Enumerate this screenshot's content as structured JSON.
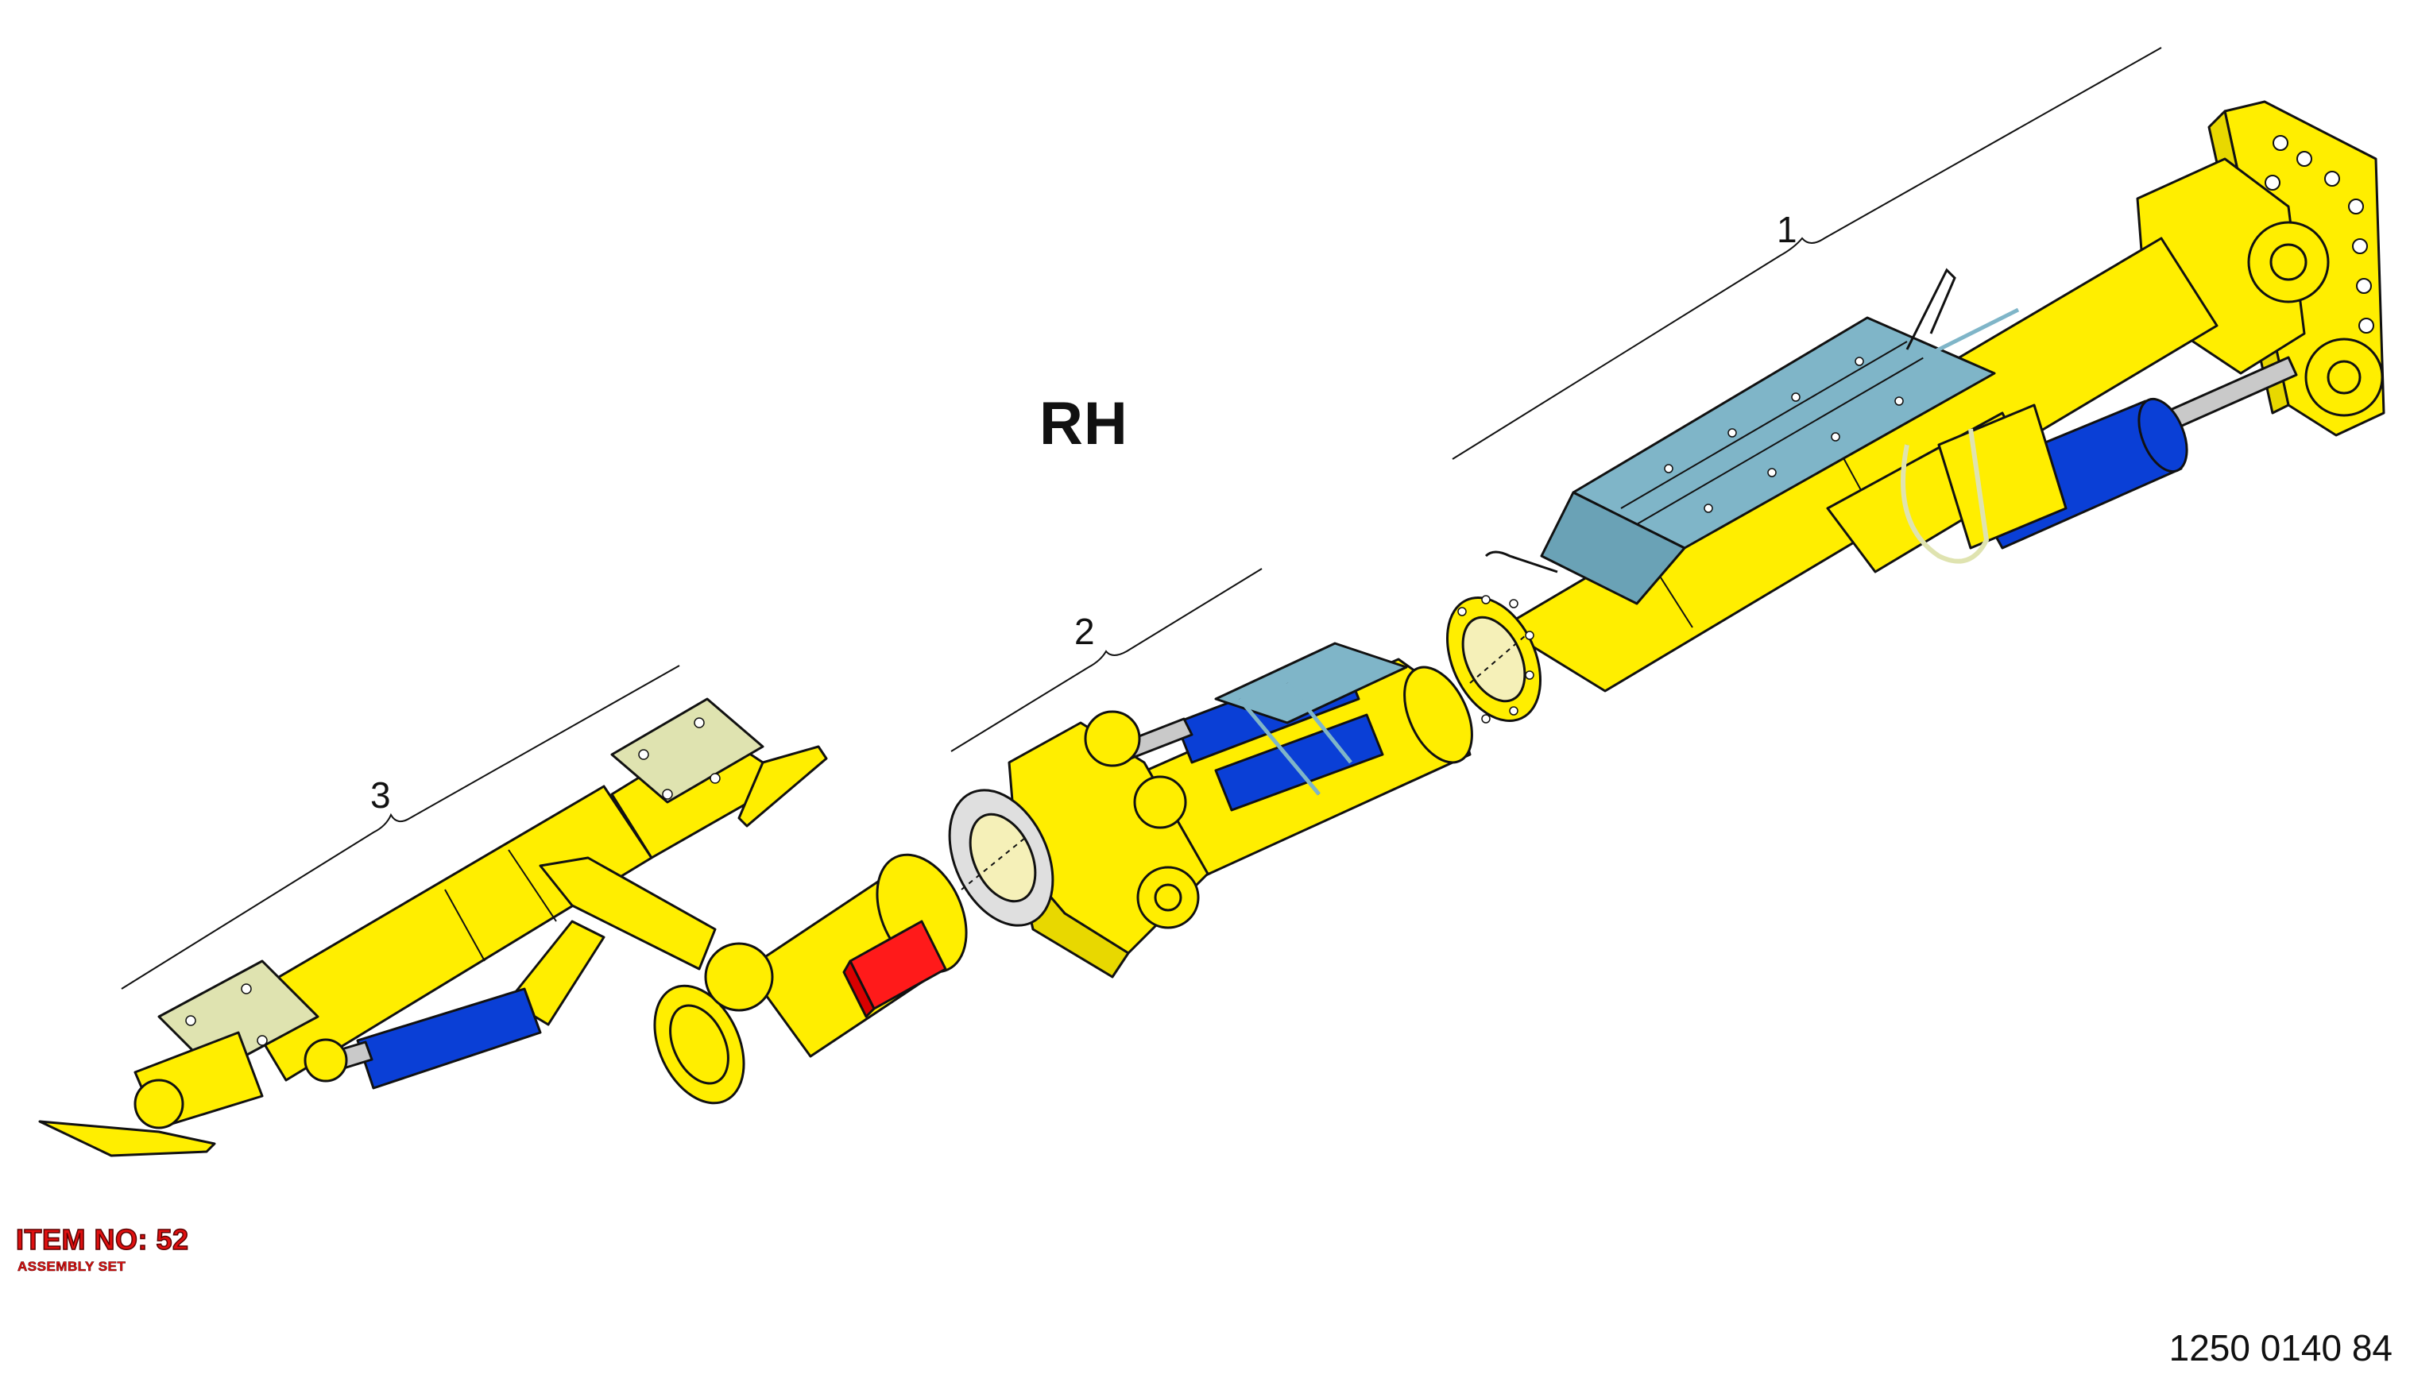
{
  "diagram": {
    "side_label": "RH",
    "callouts": [
      "1",
      "2",
      "3"
    ],
    "item_label": "ITEM NO: 52",
    "item_subtitle": "ASSEMBLY SET",
    "drawing_number": "1250 0140 84"
  },
  "colors": {
    "structure": "#ffee00",
    "cylinder": "#0a3fd6",
    "guard": "#7fb5c8",
    "plate": "#dfe3b0",
    "highlight": "#ff1a1a",
    "outline": "#111111",
    "label_red": "#e01010"
  }
}
